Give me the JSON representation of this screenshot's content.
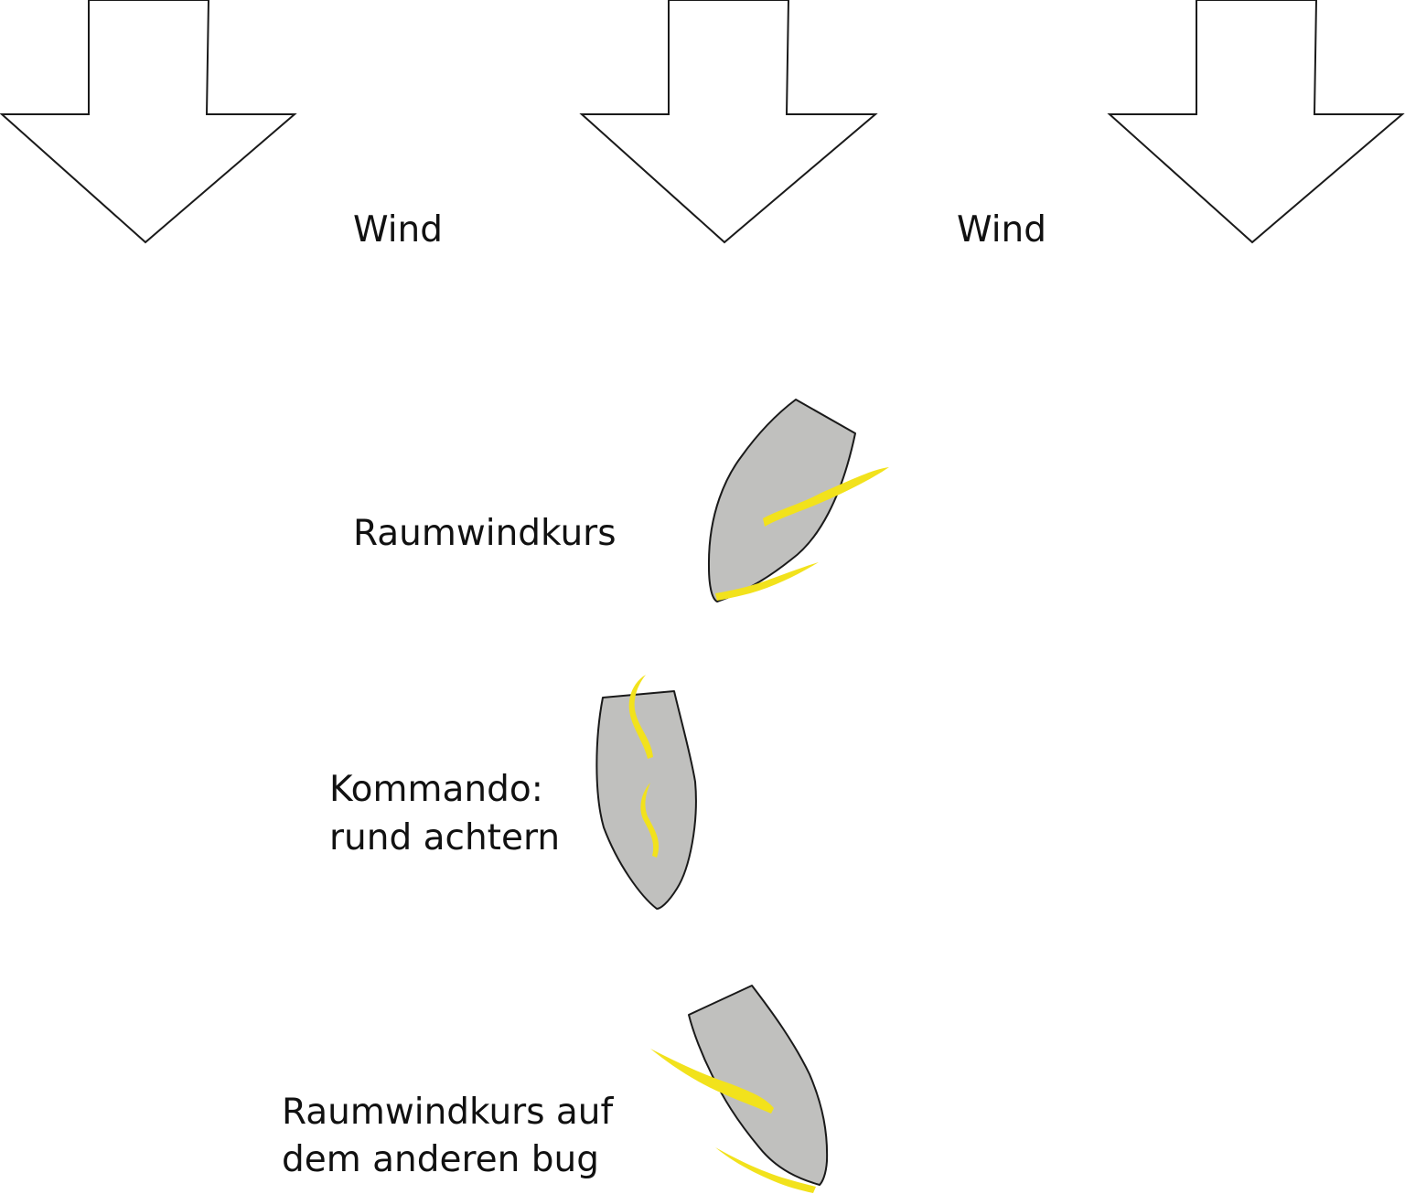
{
  "labels": {
    "wind_left": "Wind",
    "wind_right": "Wind",
    "raumwindkurs": "Raumwindkurs",
    "kommando_line1": "Kommando:",
    "kommando_line2": "rund achtern",
    "other_tack_line1": "Raumwindkurs auf",
    "other_tack_line2": "dem anderen bug"
  },
  "colors": {
    "hull": "#c0c0be",
    "sail": "#f2e21c",
    "outline": "#1a1a1a",
    "text": "#111111"
  }
}
